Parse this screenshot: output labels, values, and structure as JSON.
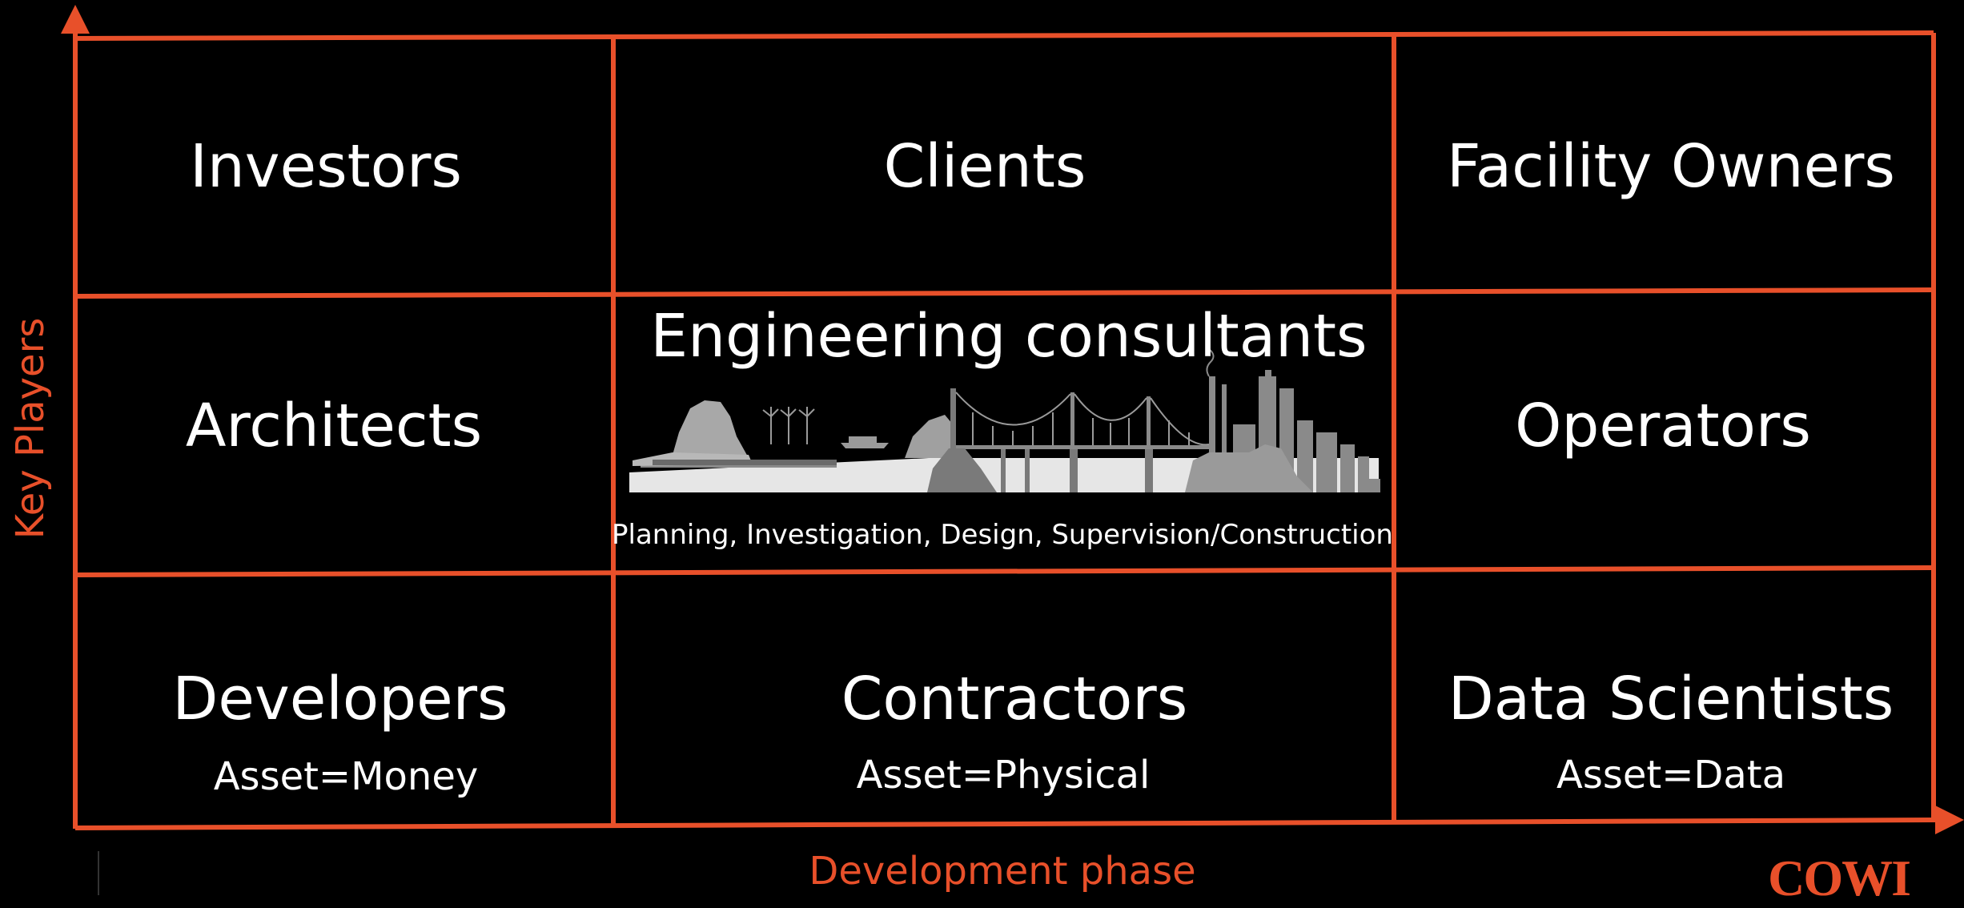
{
  "cells": {
    "investors": "Investors",
    "clients": "Clients",
    "facility_owners": "Facility Owners",
    "architects": "Architects",
    "engineering_consultants": "Engineering consultants",
    "engineering_phases": "Planning, Investigation, Design, Supervision/Construction",
    "operators": "Operators",
    "developers": "Developers",
    "developers_asset": "Asset=Money",
    "contractors": "Contractors",
    "contractors_asset": "Asset=Physical",
    "data_scientists": "Data Scientists",
    "data_scientists_asset": "Asset=Data"
  },
  "axes": {
    "y_label": "Key Players",
    "x_label": "Development phase"
  },
  "logo_text": "COWI",
  "colors": {
    "accent": "#E8502A",
    "background": "#000000",
    "text": "#FFFFFF",
    "illustration_light": "#E6E6E6",
    "illustration_mid": "#A8A8A8",
    "illustration_dark": "#7A7A7A"
  }
}
